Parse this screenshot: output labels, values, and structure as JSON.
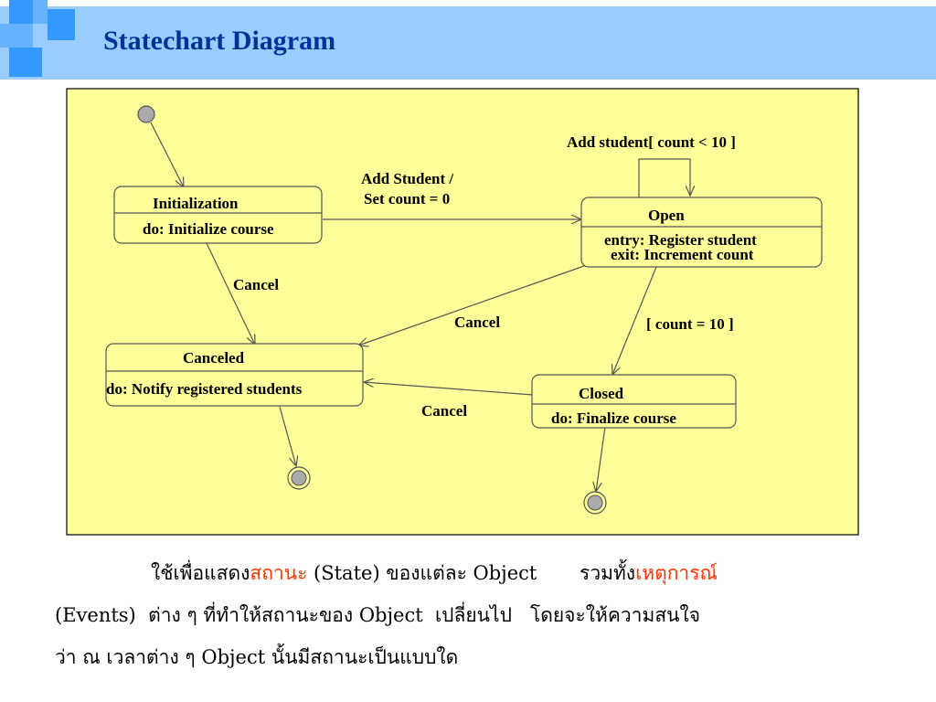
{
  "header": {
    "title": "Statechart Diagram",
    "colors": {
      "band": "#99ccff",
      "square_dark": "#3399ff",
      "square_light": "#66b2ff",
      "title": "#003399"
    }
  },
  "diagram": {
    "background": "#ffff99",
    "states": {
      "initialization": {
        "name": "Initialization",
        "activity": "do: Initialize course"
      },
      "open": {
        "name": "Open",
        "entry": "entry: Register student",
        "exit": "exit: Increment count"
      },
      "canceled": {
        "name": "Canceled",
        "activity": "do: Notify registered students"
      },
      "closed": {
        "name": "Closed",
        "activity": "do: Finalize course"
      }
    },
    "transitions": {
      "add_student_set_line1": "Add Student /",
      "add_student_set_line2": "Set count = 0",
      "add_student_guard": "Add student[ count < 10 ]",
      "cancel_init": "Cancel",
      "cancel_open": "Cancel",
      "cancel_closed": "Cancel",
      "count_eq_10": "[ count = 10 ]"
    }
  },
  "body": {
    "line1": {
      "part1": "ใช้เพื่อแสดง",
      "part2": "สถานะ",
      "part3": " (State) ของแต่ละ Object       รวมทั้ง",
      "part4": "เหตุการณ์"
    },
    "line2": "(Events)  ต่าง ๆ ที่ทำให้สถานะของ Object  เปลี่ยนไป   โดยจะให้ความสนใจ",
    "line3": "ว่า ณ เวลาต่าง ๆ Object นั้นมีสถานะเป็นแบบใด",
    "highlight_color": "#ff3300"
  }
}
